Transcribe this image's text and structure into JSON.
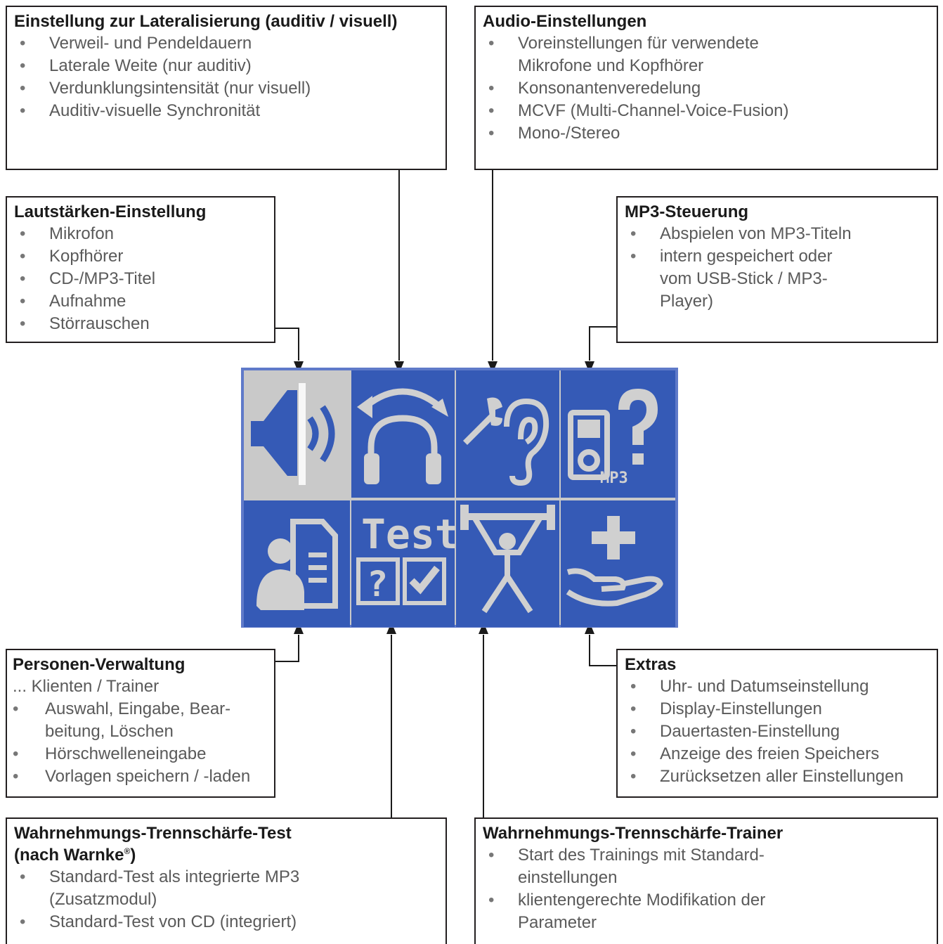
{
  "colors": {
    "screen_bg": "#c9c9c9",
    "tile_blue": "#355ab6",
    "pixel_light": "#d0d0d0",
    "screen_border": "#5f7ac9",
    "box_border": "#231f20",
    "text": "#5a5a5a"
  },
  "boxes": {
    "lateral": {
      "title": "Einstellung zur Lateralisierung (auditiv / visuell)",
      "items": [
        "Verweil- und Pendeldauern",
        "Laterale Weite (nur auditiv)",
        "Verdunklungsintensität (nur visuell)",
        "Auditiv-visuelle Synchronität"
      ]
    },
    "audio": {
      "title": "Audio-Einstellungen",
      "items": [
        "Voreinstellungen für verwendete",
        "Mikrofone und Kopfhörer",
        "Konsonantenveredelung",
        "MCVF (Multi-Channel-Voice-Fusion)",
        "Mono-/Stereo"
      ]
    },
    "volume": {
      "title": "Lautstärken-Einstellung",
      "items": [
        "Mikrofon",
        "Kopfhörer",
        "CD-/MP3-Titel",
        "Aufnahme",
        "Störrauschen"
      ]
    },
    "mp3": {
      "title": "MP3-Steuerung",
      "items": [
        "Abspielen von MP3-Titeln",
        "intern gespeichert oder",
        "vom USB-Stick / MP3-",
        "Player)"
      ]
    },
    "persons": {
      "title": "Personen-Verwaltung",
      "subtitle": "... Klienten / Trainer",
      "items": [
        "Auswahl, Eingabe, Bear-",
        "beitung, Löschen",
        "Hörschwelleneingabe",
        "Vorlagen speichern / -laden"
      ]
    },
    "extras": {
      "title": "Extras",
      "items": [
        "Uhr- und Datumseinstellung",
        "Display-Einstellungen",
        "Dauertasten-Einstellung",
        "Anzeige des freien Speichers",
        "Zurücksetzen aller Einstellungen"
      ]
    },
    "test": {
      "title_line1": "Wahrnehmungs-Trennschärfe-Test",
      "title_line2": "(nach Warnke",
      "title_sup": "®",
      "title_end": ")",
      "items": [
        "Standard-Test als integrierte MP3",
        "(Zusatzmodul)",
        "Standard-Test von CD (integriert)"
      ]
    },
    "trainer": {
      "title": "Wahrnehmungs-Trennschärfe-Trainer",
      "items": [
        "Start des Trainings mit Standard-",
        "einstellungen",
        "klientengerechte Modifikation der",
        "Parameter"
      ]
    }
  },
  "screen": {
    "test_label": "Test",
    "mp3_label": "MP3",
    "tiles": [
      {
        "name": "volume",
        "icon": "speaker-icon",
        "selected": true
      },
      {
        "name": "lateral",
        "icon": "headphones-arrows-icon",
        "selected": false
      },
      {
        "name": "audio",
        "icon": "wrench-ear-icon",
        "selected": false
      },
      {
        "name": "mp3",
        "icon": "mp3-player-question-icon",
        "selected": false
      },
      {
        "name": "persons",
        "icon": "person-document-icon",
        "selected": false
      },
      {
        "name": "test",
        "icon": "test-checkbox-icon",
        "selected": false
      },
      {
        "name": "trainer",
        "icon": "weightlifter-icon",
        "selected": false
      },
      {
        "name": "extras",
        "icon": "hand-plus-icon",
        "selected": false
      }
    ]
  }
}
